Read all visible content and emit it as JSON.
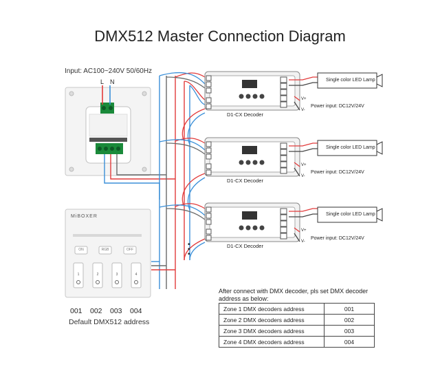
{
  "title": "DMX512 Master Connection Diagram",
  "input_label": "Input: AC100~240V 50/60Hz",
  "wire_labels": {
    "live": "L",
    "neutral": "N"
  },
  "panel": {
    "brand": "MiBOXER",
    "buttons": {
      "on": "ON",
      "mode": "RGB",
      "off": "OFF"
    },
    "zones": [
      "1",
      "2",
      "3",
      "4"
    ]
  },
  "zone_addresses": [
    "001",
    "002",
    "003",
    "004"
  ],
  "default_label": "Default DMX512 address",
  "decoders": [
    {
      "name": "D1-CX Decoder",
      "lamp": "Single color LED Lamp",
      "power": "Power input: DC12V/24V",
      "vplus": "V+",
      "vminus": "V-"
    },
    {
      "name": "D1-CX Decoder",
      "lamp": "Single color LED Lamp",
      "power": "Power input: DC12V/24V",
      "vplus": "V+",
      "vminus": "V-"
    },
    {
      "name": "D1-CX Decoder",
      "lamp": "Single color LED Lamp",
      "power": "Power input: DC12V/24V",
      "vplus": "V+",
      "vminus": "V-"
    }
  ],
  "continuation": "• • •",
  "note": "After connect with DMX decoder, pls set DMX decoder address as below:",
  "address_table": [
    {
      "zone": "Zone 1 DMX decoders address",
      "value": "001"
    },
    {
      "zone": "Zone 2 DMX decoders address",
      "value": "002"
    },
    {
      "zone": "Zone 3 DMX decoders address",
      "value": "003"
    },
    {
      "zone": "Zone 4 DMX decoders address",
      "value": "004"
    }
  ],
  "colors": {
    "wire_red": "#e23a3a",
    "wire_blue": "#3a8fd8",
    "wire_gray": "#6a6a6a",
    "wire_green": "#4bb36b"
  }
}
